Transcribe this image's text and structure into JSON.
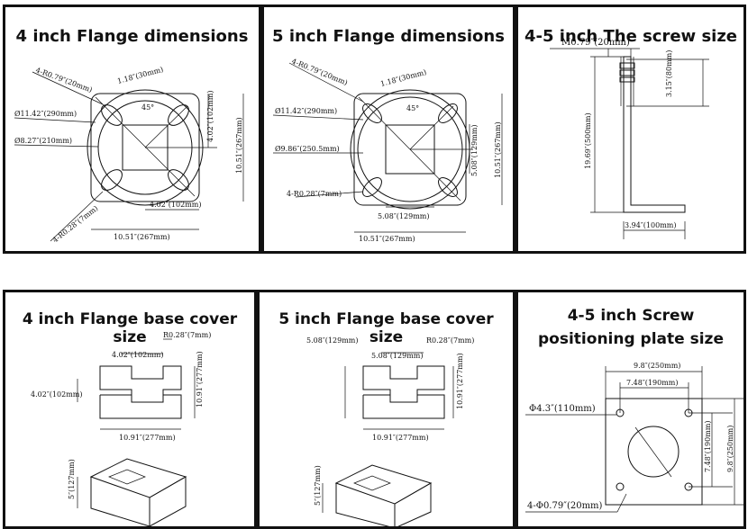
{
  "panels": [
    {
      "title": "4 inch Flange dimensions",
      "labels": {
        "corner_radius": "4-R0.79″(20mm)",
        "angle_top": "1.18″(30mm)",
        "angle": "45°",
        "outer_dia": "Ø11.42″(290mm)",
        "inner_dia": "Ø8.27″(210mm)",
        "half_right": "4.02″(102mm)",
        "height_right": "10.51″(267mm)",
        "half_bottom": "4.02″(102mm)",
        "hole_radius": "4-R0.28″(7mm)",
        "width_bottom": "10.51″(267mm)"
      }
    },
    {
      "title": "5 inch Flange dimensions",
      "labels": {
        "corner_radius": "4-R0.79″(20mm)",
        "angle_top": "1.18″(30mm)",
        "angle": "45°",
        "outer_dia": "Ø11.42″(290mm)",
        "inner_dia": "Ø9.86″(250.5mm)",
        "half_right": "5.08″(129mm)",
        "height_right": "10.51″(267mm)",
        "hole_radius": "4-R0.28″(7mm)",
        "half_bottom": "5.08″(129mm)",
        "width_bottom": "10.51″(267mm)"
      }
    },
    {
      "title": "4-5 inch The screw size",
      "labels": {
        "thread": "M0.79″(20mm)",
        "thread_len": "3.15″(80mm)",
        "length": "19.69″(500mm)",
        "foot": "3.94″(100mm)"
      }
    },
    {
      "title": "4 inch Flange base cover size",
      "labels": {
        "radius": "R0.28″(7mm)",
        "top": "4.02″(102mm)",
        "left": "4.02″(102mm)",
        "height": "10.91″(277mm)",
        "width": "10.91″(277mm)",
        "thickness": "5″(127mm)"
      }
    },
    {
      "title": "5 inch Flange base cover size",
      "labels": {
        "left_top": "5.08″(129mm)",
        "radius": "R0.28″(7mm)",
        "top": "5.08″(129mm)",
        "height": "10.91″(277mm)",
        "width": "10.91″(277mm)",
        "thickness": "5″(127mm)"
      }
    },
    {
      "title_line1": "4-5 inch Screw",
      "title_line2": "positioning plate size",
      "labels": {
        "outer_w": "9.8″(250mm)",
        "inner_w": "7.48″(190mm)",
        "hole": "Φ4.3″(110mm)",
        "inner_h": "7.48″(190mm)",
        "outer_h": "9.8″(250mm)",
        "holes": "4-Φ0.79″(20mm)"
      }
    }
  ]
}
